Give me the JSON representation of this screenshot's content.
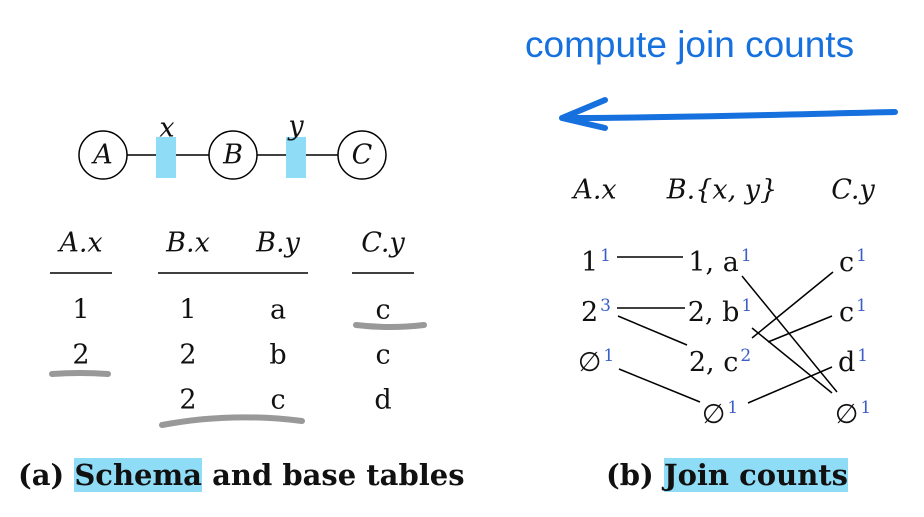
{
  "annotation": {
    "text": "compute join counts",
    "color": "#1670dd"
  },
  "schema": {
    "nodes": [
      "A",
      "B",
      "C"
    ],
    "edge_labels": [
      "x",
      "y"
    ],
    "highlight_color": "#8fdcf7"
  },
  "tables": {
    "A": {
      "header": "A.x",
      "rows": [
        "1",
        "2"
      ]
    },
    "B": {
      "headers": [
        "B.x",
        "B.y"
      ],
      "rows": [
        [
          "1",
          "a"
        ],
        [
          "2",
          "b"
        ],
        [
          "2",
          "c"
        ]
      ]
    },
    "C": {
      "header": "C.y",
      "rows": [
        "c",
        "c",
        "d"
      ]
    }
  },
  "caption_a": {
    "label": "(a)",
    "highlight": "Schema",
    "rest": "and base tables"
  },
  "join_counts": {
    "headers": [
      "A.x",
      "B.{x, y}",
      "C.y"
    ],
    "left": [
      {
        "v": "1",
        "c": "1"
      },
      {
        "v": "2",
        "c": "3"
      },
      {
        "v": "∅",
        "c": "1"
      }
    ],
    "mid": [
      {
        "v": "1, a",
        "c": "1"
      },
      {
        "v": "2, b",
        "c": "1"
      },
      {
        "v": "2, c",
        "c": "2"
      },
      {
        "v": "∅",
        "c": "1"
      }
    ],
    "right": [
      {
        "v": "c",
        "c": "1"
      },
      {
        "v": "c",
        "c": "1"
      },
      {
        "v": "d",
        "c": "1"
      },
      {
        "v": "∅",
        "c": "1"
      }
    ]
  },
  "caption_b": {
    "label": "(b)",
    "highlight": "Join counts"
  }
}
